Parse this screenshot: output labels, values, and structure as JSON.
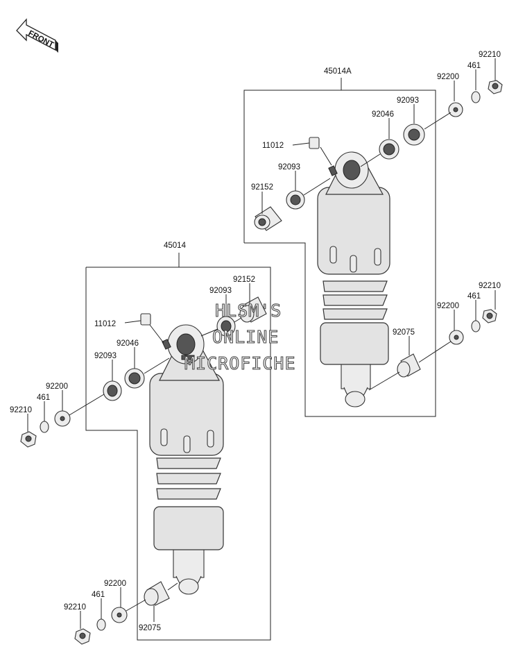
{
  "front_label": "FRONT",
  "assemblies": {
    "upper": "45014A",
    "lower": "45014"
  },
  "callouts": {
    "upper": {
      "nut": "92210",
      "ring": "461",
      "washer": "92200",
      "bearing_outer": "92093",
      "bearing_inner": "92046",
      "grease_nipple": "11012",
      "bearing_left": "92093",
      "sleeve": "92152",
      "nut_bottom": "92210",
      "ring_bottom": "461",
      "washer_bottom": "92200",
      "bushing": "92075"
    },
    "lower": {
      "sleeve": "92152",
      "bearing_right": "92093",
      "grease_nipple": "11012",
      "bearing_inner": "92046",
      "bearing_left": "92093",
      "washer": "92200",
      "ring": "461",
      "nut": "92210",
      "washer_bottom": "92200",
      "ring_bottom": "461",
      "nut_bottom": "92210",
      "bushing": "92075"
    }
  },
  "watermark": {
    "line1": "HLSM'S",
    "line2": "ONLINE",
    "line3": "MICROFICHE"
  }
}
